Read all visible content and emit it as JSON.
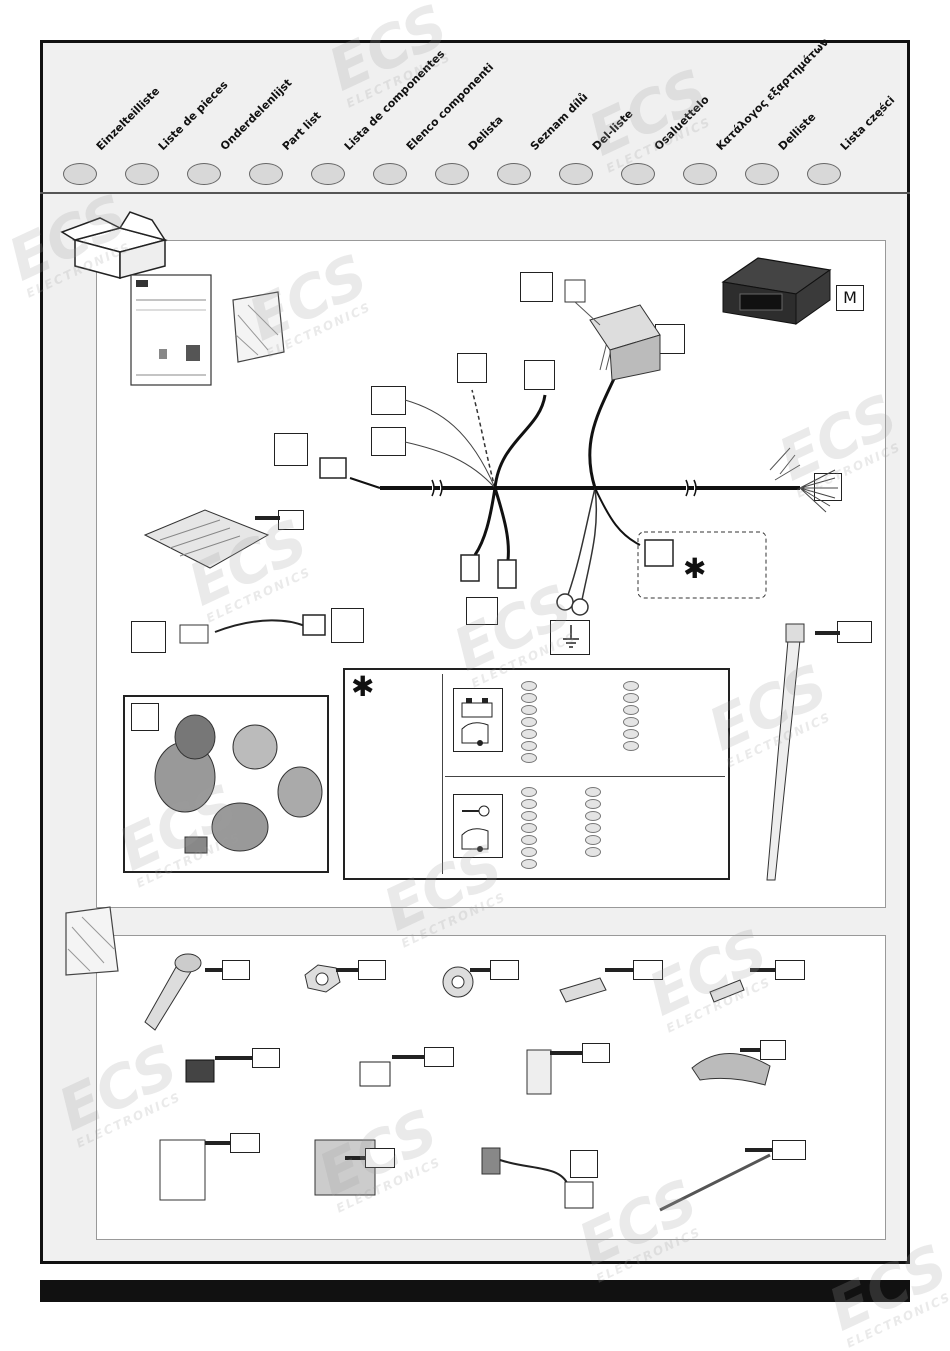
{
  "header": {
    "languages": [
      "Einzelteilliste",
      "Liste de pieces",
      "Onderdelenlijst",
      "Part list",
      "Lista de componentes",
      "Elenco componenti",
      "Delista",
      "Seznam dílů",
      "Del-liste",
      "Osaluettelo",
      "Κατάλογος εξαρτημάτων",
      "Delliste",
      "Lista części"
    ]
  },
  "labels": {
    "module_letter": "M",
    "asterisk": "✱",
    "legend_asterisk": "✱"
  },
  "watermark": {
    "brand": "ECS",
    "sub": "ELECTRONICS"
  },
  "colors": {
    "frame": "#111111",
    "oval_fill": "#d8d8d8",
    "panel_bg": "#f0f0f0",
    "wire": "#111111"
  },
  "icons": [
    "box-icon",
    "bag-icon",
    "battery-icon",
    "caravan-icon",
    "key-icon",
    "ground-icon",
    "socket-icon",
    "cable-tie-icon"
  ]
}
